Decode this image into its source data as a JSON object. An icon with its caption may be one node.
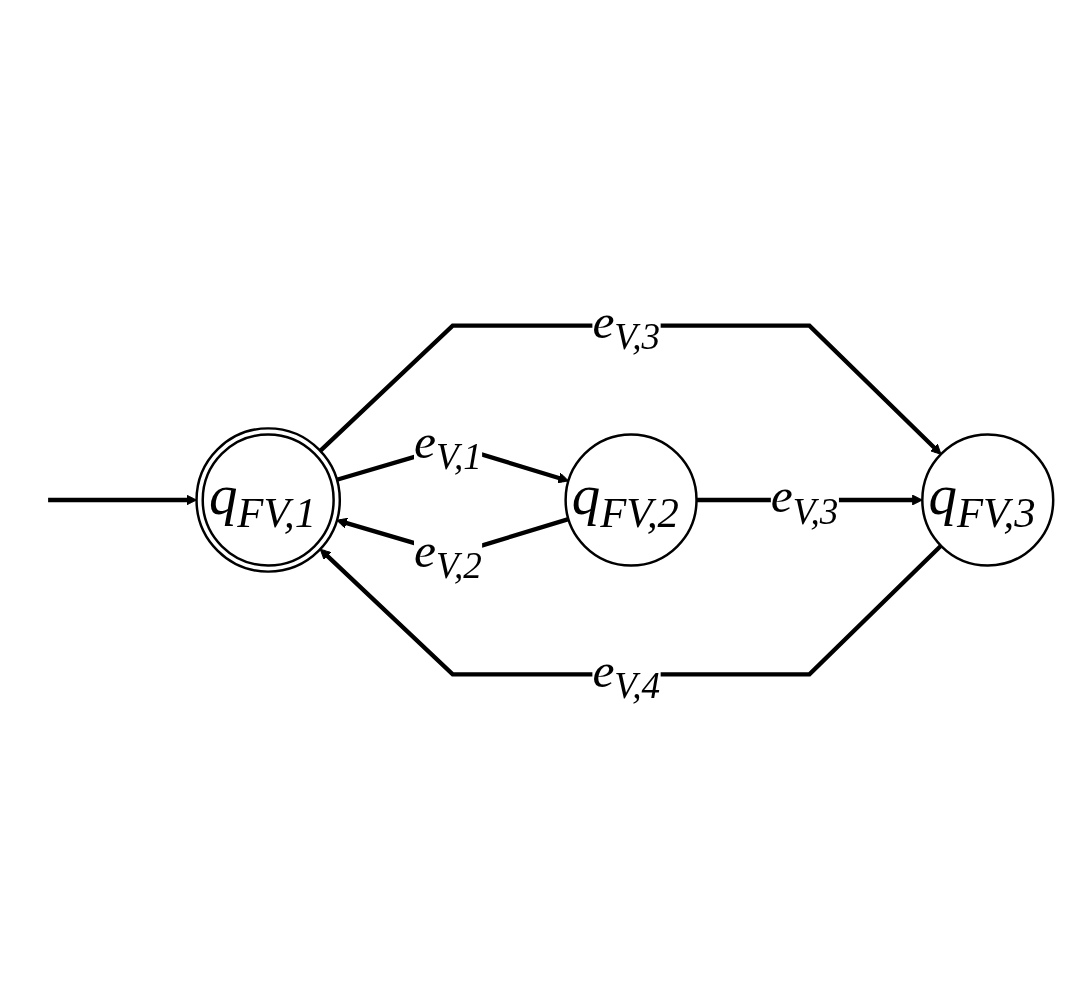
{
  "diagram": {
    "nodes": [
      {
        "text": [
          "q$_{FV,1}$"
        ]
      },
      {
        "text": [
          "q$_{FV,2}$"
        ]
      },
      {
        "text": [
          "q$_{FV,3}$"
        ]
      }
    ],
    "edges": [
      {
        "from": null,
        "to": 0,
        "arrow": "to"
      },
      {
        "from": 0,
        "to": 1,
        "arrow": "to",
        "label": "e$_{V,1}$"
      },
      {
        "from": 1,
        "to": 0,
        "arrow": "to",
        "label": "e$_{V,2}$"
      },
      {
        "from": 0,
        "to": 2,
        "arrow": "to",
        "label": "e$_{V,3}$"
      },
      {
        "from": 1,
        "to": 2,
        "arrow": "to",
        "label": "e$_{V,3}$"
      },
      {
        "from": 2,
        "to": 0,
        "arrow": "to",
        "label": "e$_{V,4}$"
      }
    ]
  }
}
